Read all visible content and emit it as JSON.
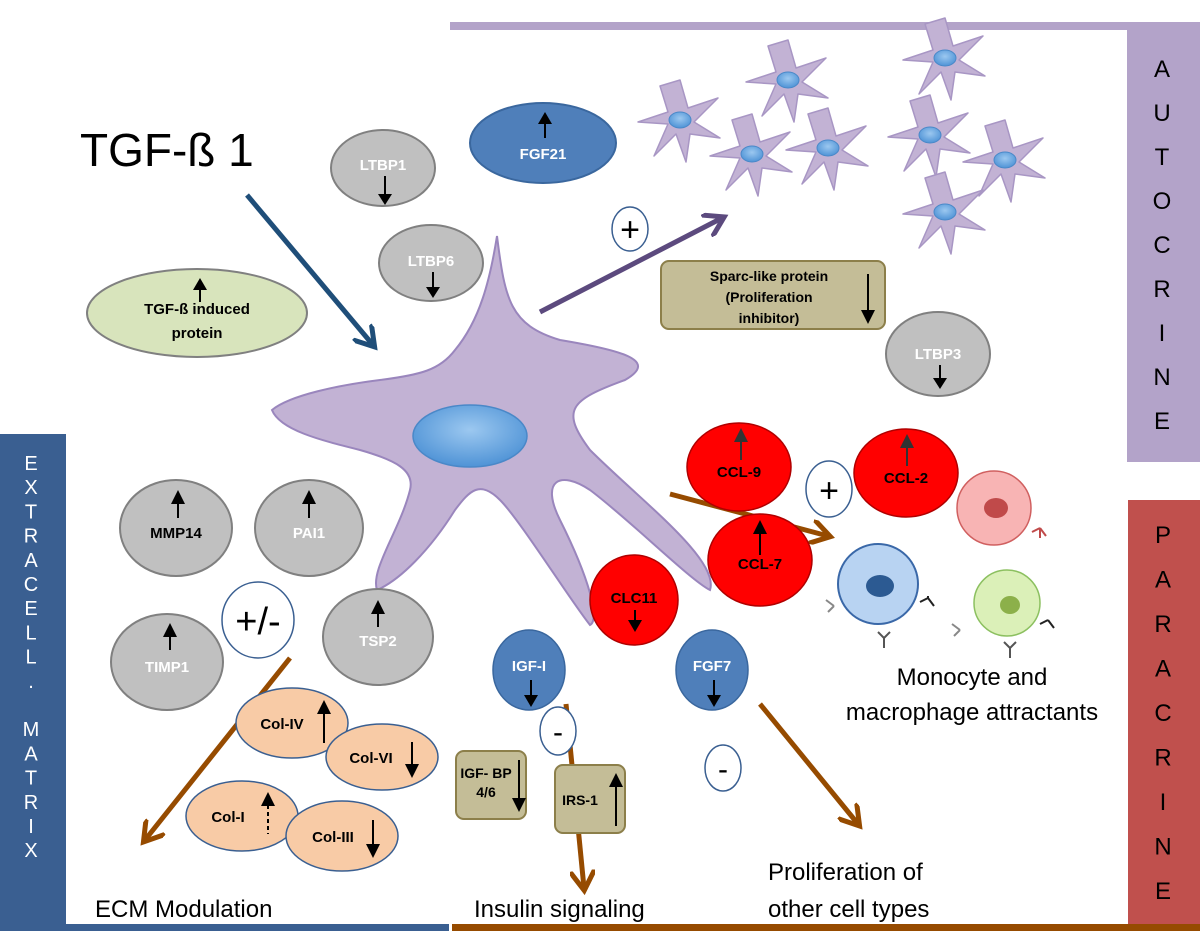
{
  "title": "TGF-ß 1",
  "regions": {
    "autocrine": {
      "label": "AUTOCRINE",
      "color": "#b3a3c9"
    },
    "paracrine": {
      "label": "PARACRINE",
      "color": "#c0504d"
    },
    "extracellular": {
      "label_lines": [
        "EXTRACELL.",
        "MATRIX"
      ],
      "color": "#3a5f91"
    }
  },
  "colors": {
    "cell_fill": "#c2b2d4",
    "cell_stroke": "#9a86bd",
    "nucleus": "#6aa7df",
    "grey_node": "#c0c0c0",
    "red_node": "#ff0000",
    "blue_node": "#4f7fba",
    "green_node": "#d8e4bc",
    "tan_box": "#c4bd97",
    "collagen": "#f8cba6",
    "arrow_blue": "#1f4e79",
    "arrow_purple": "#5c4a7e",
    "arrow_brown": "#964b00"
  },
  "nodes": {
    "ltbp1": {
      "label": "LTBP1",
      "change": "down"
    },
    "ltbp6": {
      "label": "LTBP6",
      "change": "down"
    },
    "ltbp3": {
      "label": "LTBP3",
      "change": "down"
    },
    "fgf21": {
      "label": "FGF21",
      "change": "up"
    },
    "tgf_induced": {
      "label_lines": [
        "TGF-ß induced",
        "protein"
      ],
      "change": "up"
    },
    "sparc": {
      "label_lines": [
        "Sparc-like protein",
        "(Proliferation",
        "inhibitor)"
      ],
      "change": "down"
    },
    "mmp14": {
      "label": "MMP14",
      "change": "up"
    },
    "pai1": {
      "label": "PAI1",
      "change": "up"
    },
    "timp1": {
      "label": "TIMP1",
      "change": "up"
    },
    "tsp2": {
      "label": "TSP2",
      "change": "up"
    },
    "col4": {
      "label": "Col-IV",
      "change": "up"
    },
    "col6": {
      "label": "Col-VI",
      "change": "down"
    },
    "col1": {
      "label": "Col-I",
      "change": "up (dashed)"
    },
    "col3": {
      "label": "Col-III",
      "change": "down"
    },
    "ccl9": {
      "label": "CCL-9",
      "change": "up"
    },
    "ccl2": {
      "label": "CCL-2",
      "change": "up"
    },
    "ccl7": {
      "label": "CCL-7",
      "change": "up"
    },
    "clc11": {
      "label": "CLC11",
      "change": "down"
    },
    "igf1": {
      "label": "IGF-I",
      "change": "down"
    },
    "fgf7": {
      "label": "FGF7",
      "change": "down"
    },
    "igfbp": {
      "label_lines": [
        "IGF- BP",
        "4/6"
      ],
      "change": "down"
    },
    "irs1": {
      "label": "IRS-1",
      "change": "up"
    }
  },
  "signs": {
    "autocrine_plus": "+",
    "ecm_plus_minus": "+/-",
    "paracrine_plus": "+",
    "insulin_minus": "-",
    "proliferation_minus": "-"
  },
  "outcomes": {
    "ecm": "ECM Modulation",
    "insulin": "Insulin signaling",
    "proliferation_lines": [
      "Proliferation of",
      "other cell types"
    ],
    "monocyte_lines": [
      "Monocyte and",
      "macrophage attractants"
    ]
  }
}
